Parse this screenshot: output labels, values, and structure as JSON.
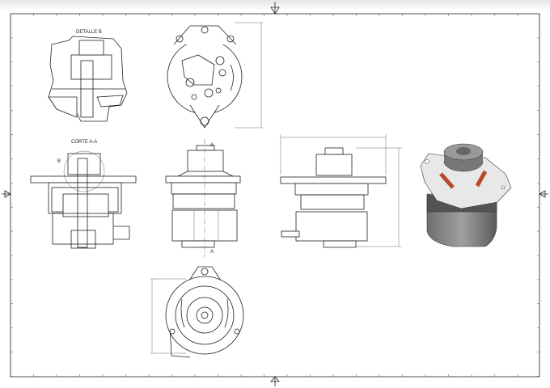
{
  "drawing": {
    "views": {
      "detail": {
        "title": "DETALLE B"
      },
      "section": {
        "title": "CORTE A-A",
        "detail_marker": "B"
      },
      "side_view": {
        "section_marker_top": "A",
        "section_marker_bottom": "A"
      }
    },
    "colors": {
      "line": "#222222",
      "render_body": "#8a8a8a",
      "render_plate": "#e8e8e8",
      "render_copper": "#b84a2a"
    }
  }
}
